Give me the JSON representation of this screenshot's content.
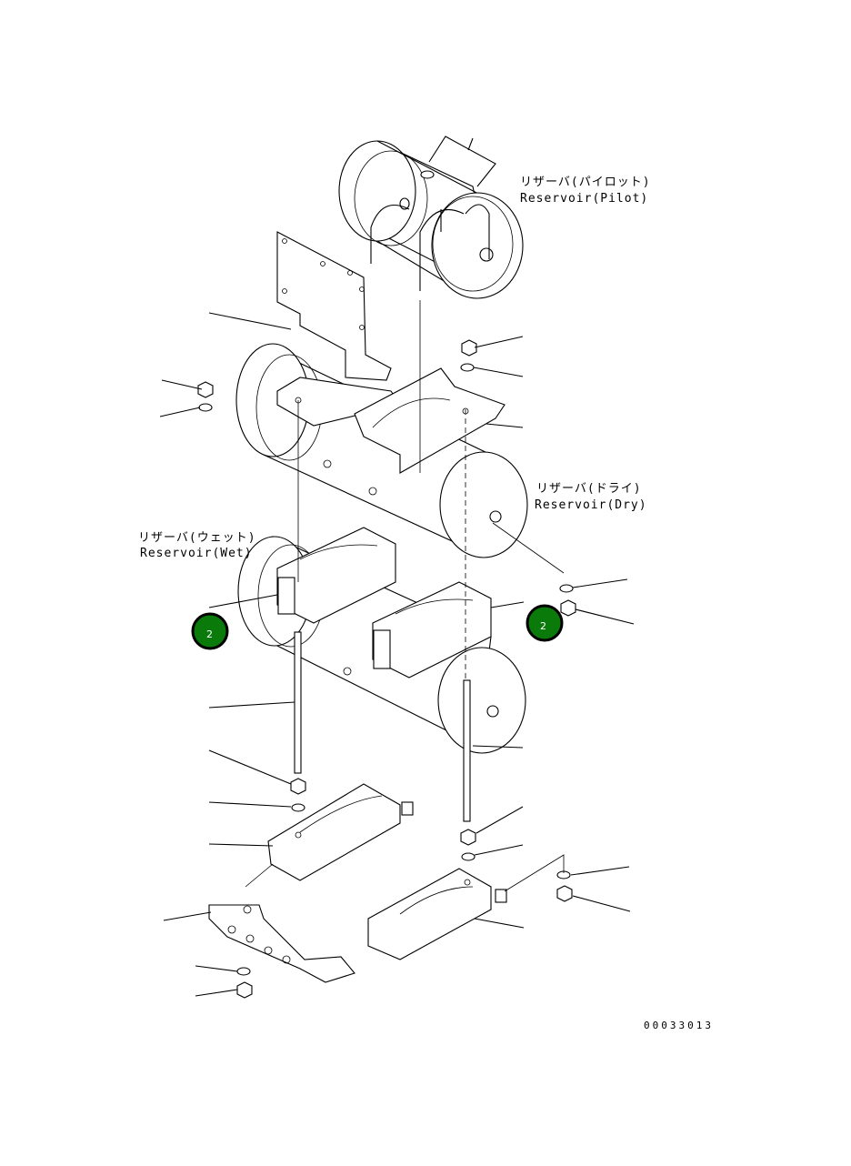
{
  "labels": {
    "pilot_jp": "リザーバ(パイロット)",
    "pilot_en": "Reservoir(Pilot)",
    "dry_jp": "リザーバ(ドライ)",
    "dry_en": "Reservoir(Dry)",
    "wet_jp": "リザーバ(ウェット)",
    "wet_en": "Reservoir(Wet)"
  },
  "badges": {
    "left": "2",
    "right": "2"
  },
  "badge_color": "#0a7a0a",
  "figure_code": "00033013"
}
